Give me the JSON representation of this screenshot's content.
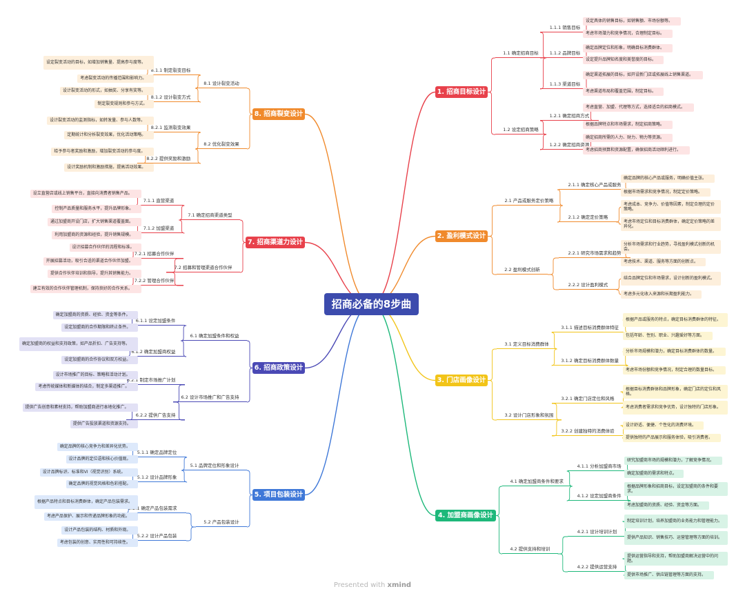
{
  "root": "招商必备的8步曲",
  "footer": {
    "prefix": "Presented with",
    "brand": "xmind"
  },
  "colors": {
    "root": "#3c4bad"
  },
  "branches": [
    {
      "id": "b1",
      "label": "1. 招商目标设计",
      "color": "#e8414b",
      "bg": "#fde4e4",
      "subs": [
        {
          "label": "1.1 确定招商目标",
          "subs": [
            {
              "label": "1.1.1 销售目标",
              "leaves": [
                "设定具体的销售目标，如销售额、市场份额等。",
                "考虑市场潜力和竞争情况，合理制定目标。"
              ]
            },
            {
              "label": "1.1.2 品牌目标",
              "leaves": [
                "确定品牌定位和形象，明确目标消费群体。",
                "设定提升品牌知名度和美誉度的目标。"
              ]
            },
            {
              "label": "1.1.3 渠道目标",
              "leaves": [
                "确定渠道拓展的目标，如开设新门店或拓展线上销售渠道。",
                "考虑渠道布局和覆盖范围，制定目标。"
              ]
            }
          ]
        },
        {
          "label": "1.2 设定招商策略",
          "subs": [
            {
              "label": "1.2.1 确定招商方式",
              "leaves": [
                "考虑直营、加盟、代理等方式，选择适合的招商模式。",
                "根据品牌特点和市场需求，制定招商策略。"
              ]
            },
            {
              "label": "1.2.2 确定招商资源",
              "leaves": [
                "确定招商所需的人力、财力、物力等资源。",
                "考虑招商预算和资源配置，确保招商活动顺利进行。"
              ]
            }
          ]
        }
      ]
    },
    {
      "id": "b2",
      "label": "2. 盈利模式设计",
      "color": "#f08a2c",
      "bg": "#fdefdc",
      "subs": [
        {
          "label": "2.1 产品或服务定价策略",
          "subs": [
            {
              "label": "2.1.1 确定核心产品或服务",
              "leaves": [
                "确定品牌的核心产品或服务，明确价值主张。",
                "根据市场需求和竞争情况，制定定价策略。"
              ]
            },
            {
              "label": "2.1.2 确定定价策略",
              "leaves": [
                "考虑成本、竞争力、价值等因素，制定合理的定价策略。",
                "考虑市场定位和目标消费群体，确定定价策略的差异化。"
              ]
            }
          ]
        },
        {
          "label": "2.2 盈利模式创新",
          "subs": [
            {
              "label": "2.2.1 研究市场需求和趋势",
              "leaves": [
                "分析市场需求和行业趋势，寻找盈利模式创新的机会。",
                "考虑技术、渠道、服务等方面的创新点。"
              ]
            },
            {
              "label": "2.2.2 设计盈利模式",
              "leaves": [
                "结合品牌定位和市场需求，设计创新的盈利模式。",
                "考虑多元化收入来源和长期盈利能力。"
              ]
            }
          ]
        }
      ]
    },
    {
      "id": "b3",
      "label": "3. 门店画像设计",
      "color": "#f2c418",
      "bg": "#fdf5d3",
      "subs": [
        {
          "label": "3.1 定义目标消费群体",
          "subs": [
            {
              "label": "3.1.1 描述目标消费群体特征",
              "leaves": [
                "根据产品或服务的特点，确定目标消费群体的特征。",
                "包括年龄、性别、职业、兴趣爱好等方面。"
              ]
            },
            {
              "label": "3.1.2 确定目标消费群体数量",
              "leaves": [
                "分析市场规模和潜力，确定目标消费群体的数量。",
                "考虑市场份额和竞争情况，制定合理的数量目标。"
              ]
            }
          ]
        },
        {
          "label": "3.2 设计门店形象和氛围",
          "subs": [
            {
              "label": "3.2.1 确定门店定位和风格",
              "leaves": [
                "根据目标消费群体和品牌形象，确定门店的定位和风格。",
                "考虑消费者需求和竞争优势，设计独特的门店形象。"
              ]
            },
            {
              "label": "3.2.2 创建独特的消费体验",
              "leaves": [
                "设计舒适、便捷、个性化的消费环境。",
                "提供独特的产品展示和服务体验，吸引消费者。"
              ]
            }
          ]
        }
      ]
    },
    {
      "id": "b4",
      "label": "4. 加盟商画像设计",
      "color": "#1db87a",
      "bg": "#d8f3e6",
      "subs": [
        {
          "label": "4.1 确定加盟商条件和要求",
          "subs": [
            {
              "label": "4.1.1 分析加盟商市场",
              "leaves": [
                "研究加盟商市场的规模和潜力，了解竞争情况。",
                "确定加盟商的需求和特点。"
              ]
            },
            {
              "label": "4.1.2 设定加盟商条件",
              "leaves": [
                "根据品牌形象和招商目标，设定加盟商的条件和要求。",
                "考虑加盟商的资质、经验、资金等方面。"
              ]
            }
          ]
        },
        {
          "label": "4.2 提供支持和培训",
          "subs": [
            {
              "label": "4.2.1 设计培训计划",
              "leaves": [
                "制定培训计划，培养加盟商的业务能力和管理能力。",
                "提供产品知识、销售技巧、运营管理等方面的培训。"
              ]
            },
            {
              "label": "4.2.2 提供运营支持",
              "leaves": [
                "提供运营指导和支持，帮助加盟商解决运营中的问题。",
                "提供市场推广、供应链管理等方面的支持。"
              ]
            }
          ]
        }
      ]
    },
    {
      "id": "b5",
      "label": "5. 项目包装设计",
      "color": "#3f78d8",
      "bg": "#dde9fb",
      "subs": [
        {
          "label": "5.1 品牌定位和形象设计",
          "subs": [
            {
              "label": "5.1.1 确定品牌定位",
              "leaves": [
                "确定品牌的核心竞争力和差异化优势。",
                "设计品牌的定位语和核心价值观。"
              ]
            },
            {
              "label": "5.1.2 设计品牌形象",
              "leaves": [
                "设计品牌标识、标准和VI（视觉识别）系统。",
                "确定品牌的视觉风格和色彩搭配。"
              ]
            }
          ]
        },
        {
          "label": "5.2 产品包装设计",
          "subs": [
            {
              "label": "5.2.1 确定产品包装需求",
              "leaves": [
                "根据产品特点和目标消费群体，确定产品包装需求。",
                "考虑产品保护、展示和传递品牌形象的功能。"
              ]
            },
            {
              "label": "5.2.2 设计产品包装",
              "leaves": [
                "设计产品包装的结构、材质和外观。",
                "考虑包装的创意、实用性和可持续性。"
              ]
            }
          ]
        }
      ]
    },
    {
      "id": "b6",
      "label": "6. 招商政策设计",
      "color": "#4a49b5",
      "bg": "#e2e1f5",
      "subs": [
        {
          "label": "6.1 确定加盟条件和权益",
          "subs": [
            {
              "label": "6.1.1 设定加盟条件",
              "leaves": [
                "确定加盟商的资质、经验、资金等条件。",
                "设定加盟商的合作期限和终止条件。"
              ]
            },
            {
              "label": "6.1.2 确定加盟商权益",
              "leaves": [
                "确定加盟商的权益和支持政策，如产品折扣、广告支持等。",
                "设定加盟商的合作协议和双方权益。"
              ]
            }
          ]
        },
        {
          "label": "6.2 设计市场推广和广告支持",
          "subs": [
            {
              "label": "6.2.1 制定市场推广计划",
              "leaves": [
                "设计市场推广的目标、策略和活动计划。",
                "考虑传统媒体和新媒体的结合，制定多渠道推广。"
              ]
            },
            {
              "label": "6.2.2 提供广告支持",
              "leaves": [
                "提供广告创意和素材支持，帮助加盟商进行本地化推广。",
                "提供广告投放渠道和资源支持。"
              ]
            }
          ]
        }
      ]
    },
    {
      "id": "b7",
      "label": "7. 招商渠道力设计",
      "color": "#e8414b",
      "bg": "#fde4e4",
      "subs": [
        {
          "label": "7.1 确定招商渠道类型",
          "subs": [
            {
              "label": "7.1.1 直营渠道",
              "leaves": [
                "设立直营店或线上销售平台，直接向消费者销售产品。",
                "控制产品质量和服务水平，提升品牌形象。"
              ]
            },
            {
              "label": "7.1.2 加盟渠道",
              "leaves": [
                "通过加盟商开设门店，扩大销售渠道覆盖面。",
                "利用加盟商的资源和经验，提升销售规模。"
              ]
            }
          ]
        },
        {
          "label": "7.2 招募和管理渠道合作伙伴",
          "subs": [
            {
              "label": "7.2.1 招募合作伙伴",
              "leaves": [
                "设计招募合作伙伴的流程和标准。",
                "开展招募活动，吸引合适的渠道合作伙伴加盟。"
              ]
            },
            {
              "label": "7.2.2 管理合作伙伴",
              "leaves": [
                "提供合作伙伴培训和指导，提升其销售能力。",
                "建立有效的合作伙伴管理机制，保持良好的合作关系。"
              ]
            }
          ]
        }
      ]
    },
    {
      "id": "b8",
      "label": "8. 招商裂变设计",
      "color": "#f08a2c",
      "bg": "#fdefdc",
      "subs": [
        {
          "label": "8.1 设计裂变活动",
          "subs": [
            {
              "label": "8.1.1 制定裂变目标",
              "leaves": [
                "设定裂变活动的目标，如增加销售量、提高参与度等。",
                "考虑裂变活动的传播范围和影响力。"
              ]
            },
            {
              "label": "8.1.2 设计裂变方式",
              "leaves": [
                "设计裂变活动的形式，如抽奖、分享有奖等。",
                "制定裂变规则和参与方式。"
              ]
            }
          ]
        },
        {
          "label": "8.2 优化裂变效果",
          "subs": [
            {
              "label": "8.2.1 监测裂变效果",
              "leaves": [
                "设计裂变活动的监测指标，如转发量、参与人数等。",
                "定期统计和分析裂变效果，优化活动策略。"
              ]
            },
            {
              "label": "8.2.2 提供奖励和激励",
              "leaves": [
                "给予参与者奖励和激励，增加裂变活动的参与度。",
                "设计奖励机制和激励措施，提高活动效果。"
              ]
            }
          ]
        }
      ]
    }
  ]
}
